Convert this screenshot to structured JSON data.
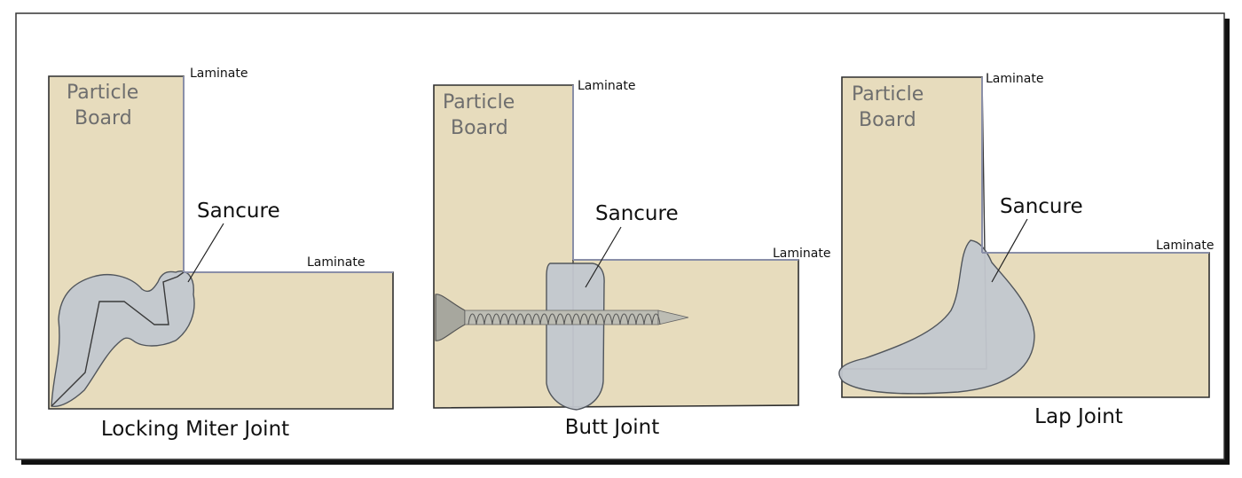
{
  "panels": [
    {
      "id": "locking-miter",
      "board_label_line1": "Particle",
      "board_label_line2": "Board",
      "laminate_top": "Laminate",
      "laminate_right": "Laminate",
      "sealant_label": "Sancure",
      "title": "Locking Miter Joint"
    },
    {
      "id": "butt",
      "board_label_line1": "Particle",
      "board_label_line2": "Board",
      "laminate_top": "Laminate",
      "laminate_right": "Laminate",
      "sealant_label": "Sancure",
      "title": "Butt Joint"
    },
    {
      "id": "lap",
      "board_label_line1": "Particle",
      "board_label_line2": "Board",
      "laminate_top": "Laminate",
      "laminate_right": "Laminate",
      "sealant_label": "Sancure",
      "title": "Lap Joint"
    }
  ],
  "colors": {
    "board": "#e7dcbd",
    "sealant": "#c3c8cf",
    "frame_shadow": "#111111"
  }
}
